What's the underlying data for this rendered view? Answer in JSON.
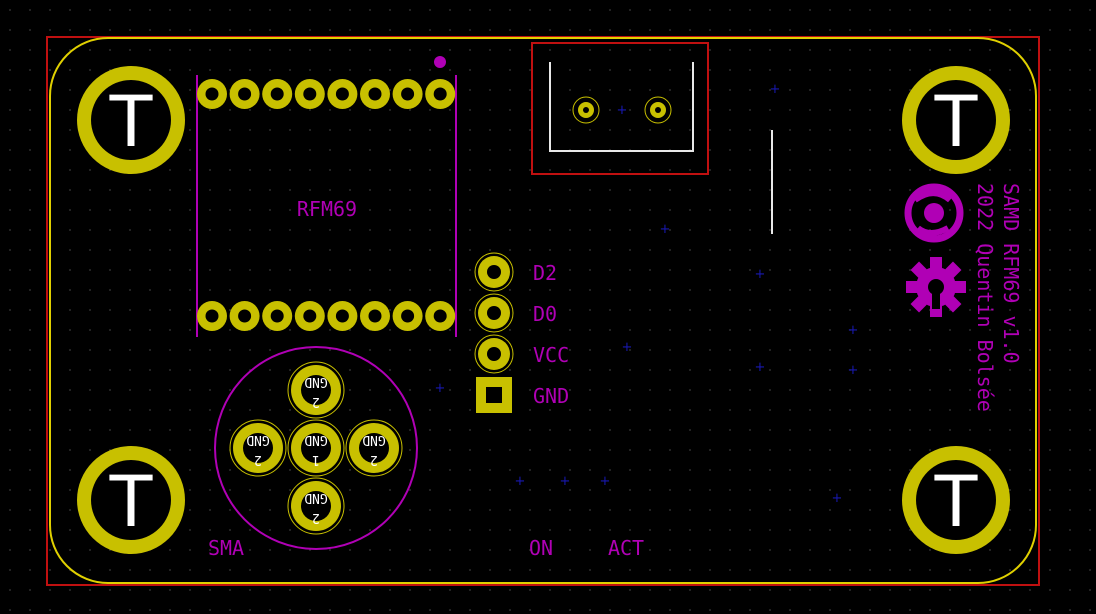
{
  "colors": {
    "background": "#000000",
    "grid": "#3a3a3a",
    "edge_cuts": "#e0d000",
    "courtyard": "#c01010",
    "silkscreen": "#b000b5",
    "pad": "#c8c000",
    "drill": "#000000",
    "via": "#1818b0",
    "outline_white": "#e8e8e8"
  },
  "labels": {
    "rfm_module": "RFM69",
    "sma": "SMA",
    "on": "ON",
    "act": "ACT",
    "header_pins": [
      "D2",
      "D0",
      "VCC",
      "GND"
    ],
    "board_name": "SAMD RFM69 v1.0",
    "credit": "2022 Quentin Bolsée"
  },
  "sma_pads": {
    "center": {
      "net": "GND",
      "number": "1"
    },
    "top": {
      "net": "GND",
      "number": "2"
    },
    "left": {
      "net": "GND",
      "number": "2"
    },
    "right": {
      "net": "GND",
      "number": "2"
    },
    "bottom": {
      "net": "GND",
      "number": "2"
    }
  },
  "mounting_hole_glyph": "T",
  "icons": [
    "kicad-logo-icon",
    "oshw-gear-icon"
  ]
}
